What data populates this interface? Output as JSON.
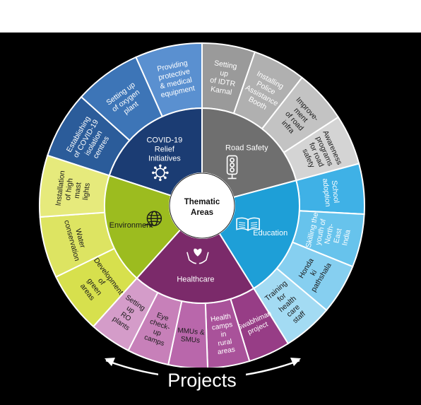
{
  "center": {
    "lines": [
      "Thematic",
      "Areas"
    ]
  },
  "footer_label": "Projects",
  "themes": [
    {
      "id": "covid",
      "lines": [
        "COVID-19",
        "Relief",
        "Initiatives"
      ],
      "icon": "virus-icon",
      "color": "#1b3c73",
      "text_color": "#ffffff"
    },
    {
      "id": "road",
      "lines": [
        "Road Safety"
      ],
      "icon": "traffic-light-icon",
      "color": "#6f6f6f",
      "text_color": "#ffffff"
    },
    {
      "id": "education",
      "lines": [
        "Education"
      ],
      "icon": "open-book-icon",
      "color": "#1e9fd7",
      "text_color": "#ffffff"
    },
    {
      "id": "healthcare",
      "lines": [
        "Healthcare"
      ],
      "icon": "hands-heart-icon",
      "color": "#7b2a6a",
      "text_color": "#ffffff"
    },
    {
      "id": "environment",
      "lines": [
        "Environment"
      ],
      "icon": "globe-leaf-icon",
      "color": "#9cbc1f",
      "text_color": "#1a1a1a"
    }
  ],
  "projects": [
    {
      "theme": "covid",
      "lines": [
        "Establishing",
        "of COVID-19",
        "isolation",
        "centres"
      ],
      "color": "#2b5c9a",
      "text_color": "#ffffff"
    },
    {
      "theme": "covid",
      "lines": [
        "Setting up",
        "of oxygen",
        "plant"
      ],
      "color": "#3d75b7",
      "text_color": "#ffffff"
    },
    {
      "theme": "covid",
      "lines": [
        "Providing",
        "protective",
        "& medical",
        "equipment"
      ],
      "color": "#5a90d0",
      "text_color": "#ffffff"
    },
    {
      "theme": "road",
      "lines": [
        "Setting",
        "up",
        "of IDTR",
        "Karnal"
      ],
      "color": "#9a9a9a",
      "text_color": "#ffffff"
    },
    {
      "theme": "road",
      "lines": [
        "Installing",
        "Police",
        "Assistance",
        "Booth"
      ],
      "color": "#b0b0b0",
      "text_color": "#ffffff"
    },
    {
      "theme": "road",
      "lines": [
        "Improve-",
        "ment",
        "of road",
        "infra"
      ],
      "color": "#c3c3c3",
      "text_color": "#1a1a1a"
    },
    {
      "theme": "road",
      "lines": [
        "Awareness",
        "programs",
        "for road",
        "safety"
      ],
      "color": "#d4d4d4",
      "text_color": "#1a1a1a"
    },
    {
      "theme": "education",
      "lines": [
        "School",
        "adoption"
      ],
      "color": "#3fb1e6",
      "text_color": "#ffffff"
    },
    {
      "theme": "education",
      "lines": [
        "Skilling the",
        "youth of",
        "North-",
        "East",
        "India"
      ],
      "color": "#67c3ec",
      "text_color": "#ffffff"
    },
    {
      "theme": "education",
      "lines": [
        "Honda",
        "ki",
        "pathshala"
      ],
      "color": "#86cff0",
      "text_color": "#1a1a1a"
    },
    {
      "theme": "education",
      "lines": [
        "Training",
        "for",
        "health",
        "care",
        "staff"
      ],
      "color": "#a3dbf3",
      "text_color": "#1a1a1a"
    },
    {
      "theme": "healthcare",
      "lines": [
        "Swabhiman",
        "project"
      ],
      "color": "#973d86",
      "text_color": "#ffffff"
    },
    {
      "theme": "healthcare",
      "lines": [
        "Health",
        "camps",
        "in",
        "rural",
        "areas"
      ],
      "color": "#a9529a",
      "text_color": "#ffffff"
    },
    {
      "theme": "healthcare",
      "lines": [
        "MMUs &",
        "SMUs"
      ],
      "color": "#b967ab",
      "text_color": "#1a1a1a"
    },
    {
      "theme": "healthcare",
      "lines": [
        "Eye",
        "check-",
        "up",
        "camps"
      ],
      "color": "#c780b9",
      "text_color": "#1a1a1a"
    },
    {
      "theme": "healthcare",
      "lines": [
        "Setting",
        "up",
        "RO",
        "plants"
      ],
      "color": "#d49cc9",
      "text_color": "#1a1a1a"
    },
    {
      "theme": "environment",
      "lines": [
        "Development",
        "of",
        "green",
        "areas"
      ],
      "color": "#d7e04d",
      "text_color": "#1a1a1a"
    },
    {
      "theme": "environment",
      "lines": [
        "Water",
        "conservation"
      ],
      "color": "#dde462",
      "text_color": "#1a1a1a"
    },
    {
      "theme": "environment",
      "lines": [
        "Installation",
        "of high",
        "mast",
        "lights"
      ],
      "color": "#e6ea7c",
      "text_color": "#1a1a1a"
    }
  ]
}
